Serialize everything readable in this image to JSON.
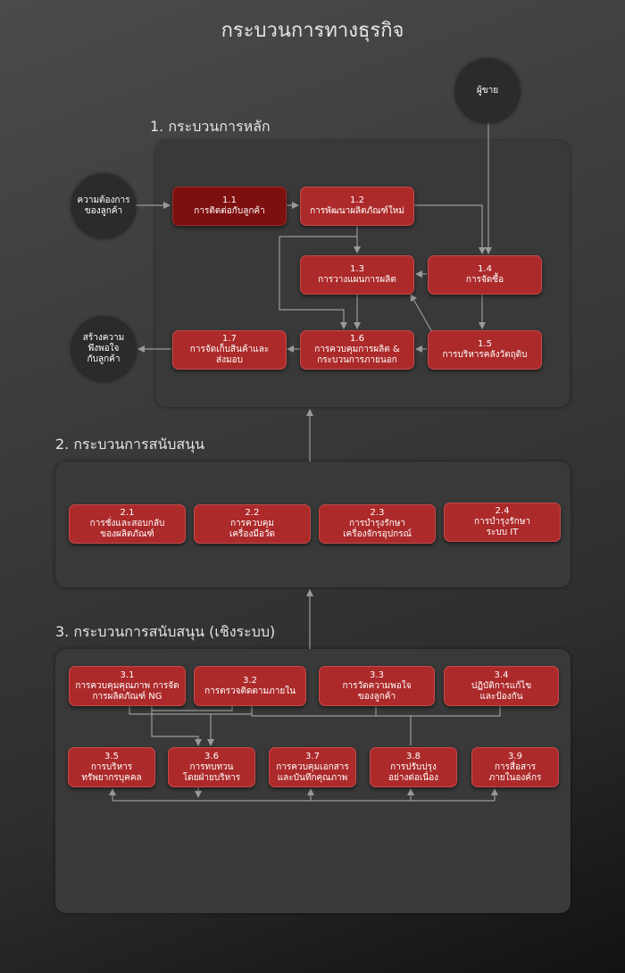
{
  "title": "กระบวนการทางธุรกิจ",
  "sections": {
    "s1": "1. กระบวนการหลัก",
    "s2": "2. กระบวนการสนับสนุน",
    "s3": "3. กระบวนการสนับสนุน (เชิงระบบ)"
  },
  "circles": {
    "supplier": "ผู้ขาย",
    "customer_need": "ความต้องการ\nของลูกค้า",
    "satisfaction": "สร้างความ\nพึงพอใจ\nกับลูกค้า"
  },
  "core": [
    {
      "num": "1.1",
      "label": "การติดต่อกับลูกค้า"
    },
    {
      "num": "1.2",
      "label": "การพัฒนาผลิตภัณฑ์ใหม่"
    },
    {
      "num": "1.3",
      "label": "การวางแผนการผลิต"
    },
    {
      "num": "1.4",
      "label": "การจัดซื้อ"
    },
    {
      "num": "1.5",
      "label": "การบริหารคลังวัตถุดิบ"
    },
    {
      "num": "1.6",
      "label": "การควบคุมการผลิต &\nกระบวนการภายนอก"
    },
    {
      "num": "1.7",
      "label": "การจัดเก็บสินค้าและ\nส่งมอบ"
    }
  ],
  "support": [
    {
      "num": "2.1",
      "label": "การชั่งและสอบกลับ\nของผลิตภัณฑ์"
    },
    {
      "num": "2.2",
      "label": "การควบคุม\nเครื่องมือวัด"
    },
    {
      "num": "2.3",
      "label": "การบำรุงรักษา\nเครื่องจักรอุปกรณ์"
    },
    {
      "num": "2.4",
      "label": "การบำรุงรักษา\nระบบ IT"
    }
  ],
  "system": [
    {
      "num": "3.1",
      "label": "การควบคุมคุณภาพ การจัด\nการผลิตภัณฑ์ NG"
    },
    {
      "num": "3.2",
      "label": "การตรวจติดตามภายใน"
    },
    {
      "num": "3.3",
      "label": "การวัดความพอใจ\nของลูกค้า"
    },
    {
      "num": "3.4",
      "label": "ปฏิบัติการแก้ไข\nและป้องกัน"
    },
    {
      "num": "3.5",
      "label": "การบริหาร\nทรัพยากรบุคคล"
    },
    {
      "num": "3.6",
      "label": "การทบทวน\nโดยฝ่ายบริหาร"
    },
    {
      "num": "3.7",
      "label": "การควบคุมเอกสาร\nและบันทึกคุณภาพ"
    },
    {
      "num": "3.8",
      "label": "การปรับปรุง\nอย่างต่อเนื่อง"
    },
    {
      "num": "3.9",
      "label": "การสื่อสาร\nภายในองค์กร"
    }
  ]
}
